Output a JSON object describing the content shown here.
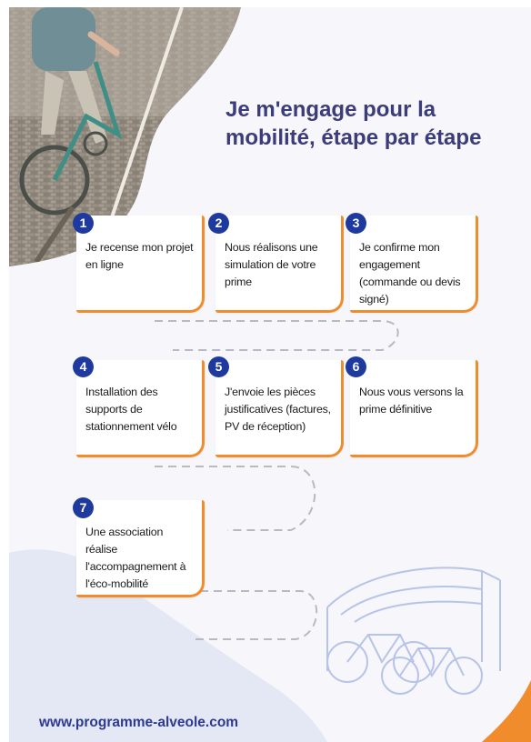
{
  "title": {
    "line1": "Je m'engage pour la",
    "line2": "mobilité, étape par étape"
  },
  "steps": [
    {
      "number": "1",
      "text": "Je recense mon projet en ligne"
    },
    {
      "number": "2",
      "text": "Nous réalisons une simulation de votre prime"
    },
    {
      "number": "3",
      "text": "Je confirme mon engagement (commande ou devis signé)"
    },
    {
      "number": "4",
      "text": "Installation des supports de stationnement vélo"
    },
    {
      "number": "5",
      "text": "J'envoie les pièces justificatives (factures, PV de réception)"
    },
    {
      "number": "6",
      "text": "Nous vous versons la prime définitive"
    },
    {
      "number": "7",
      "text": "Une association réalise l'accompagnement à l'éco-mobilité"
    }
  ],
  "url": "www.programme-alveole.com",
  "colors": {
    "accent": "#f08c2c",
    "badge": "#1f3a9e",
    "title": "#3c3c7a",
    "blob": "#e6e8f4"
  }
}
